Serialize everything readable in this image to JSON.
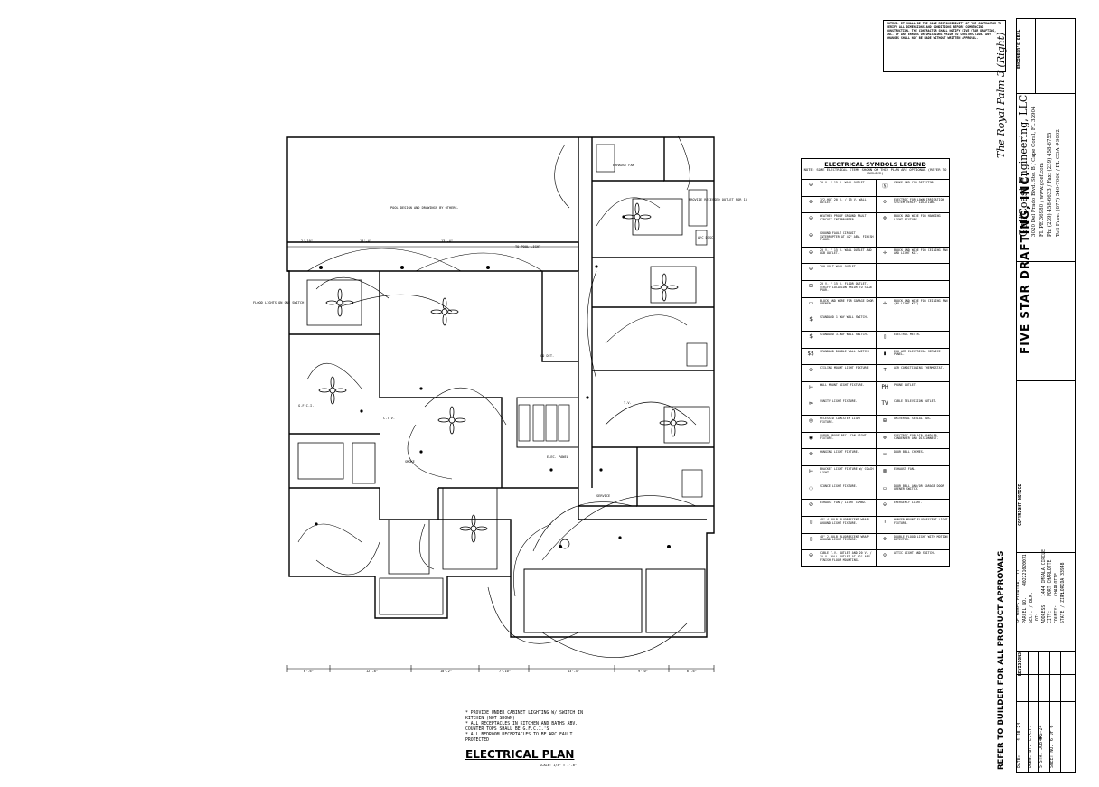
{
  "plan": {
    "pool_note": "POOL DESIGN AND DRAWINGS BY OTHERS.",
    "to_pool_light": "TO POOL LIGHT",
    "provide_recessed": "PROVIDE RECESSED OUTLET FOR 1V",
    "floodlight_note": "FLOOD LIGHTS ON ONE SWITCH",
    "dims_top": [
      "2'-10\"",
      "13'-4\"",
      "13'-4\""
    ],
    "dims_bottom": [
      "6'-6\"",
      "12'-8\"",
      "10'-2\"",
      "7'-10\"",
      "13'-4\"",
      "9'-0\"",
      "6'-6\""
    ],
    "labels": {
      "gfci": "G.F.C.I.",
      "ctv": "C.T.V.",
      "tv": "T.V.",
      "ac_disc": "A/C DISC.",
      "service": "SERVICE",
      "carbon": "CO DET.",
      "panel": "ELEC. PANEL",
      "smoke": "SMOKE",
      "exhaust": "EXHAUST FAN"
    },
    "notes": [
      "* PROVIDE UNDER CABINET LIGHTING W/ SWITCH IN KITCHEN (NOT SHOWN)",
      "* ALL RECEPTACLES IN KITCHEN AND BATHS ABV. COUNTER TOPS SHALL BE G.F.C.I.'S",
      "* ALL BEDROOM RECEPTACLES TO BE ARC FAULT PROTECTED"
    ],
    "title": "ELECTRICAL PLAN",
    "scale": "SCALE: 1/4\" = 1'-0\""
  },
  "legend": {
    "title": "ELECTRICAL SYMBOLS LEGEND",
    "note": "NOTE: SOME ELECTRICAL ITEMS SHOWN ON THIS PLAN ARE OPTIONAL (REFER TO BUILDER)",
    "rows": [
      {
        "sym": "⊖",
        "text": "20 V. / 15 V. WALL OUTLET.",
        "sym2": "Ⓢ",
        "text2": "SMOKE AND CO2 DETECTOR."
      },
      {
        "sym": "⊖",
        "text": "1/2-HOT 20 V. / 15 V. WALL OUTLET.",
        "sym2": "⊙",
        "text2": "ELECTRIC FOR LAWN IRRIGATION SYSTEM VERIFY LOCATION."
      },
      {
        "sym": "⊖",
        "text": "WEATHER PROOF GROUND FAULT CIRCUIT INTERRUPTER.",
        "sym2": "⊗",
        "text2": "BLOCK AND WIRE FOR HANGING LIGHT FIXTURE."
      },
      {
        "sym": "⊖",
        "text": "GROUND FAULT CIRCUIT INTERRUPTER AT 42\" ABV. FINISH FLOOR.",
        "sym2": "",
        "text2": ""
      },
      {
        "sym": "⊖",
        "text": "20 V. / 15 V. WALL OUTLET AND USB OUTLET.",
        "sym2": "✢",
        "text2": "BLOCK AND WIRE FOR CEILING FAN AND LIGHT KIT."
      },
      {
        "sym": "⊖",
        "text": "220 VOLT WALL OUTLET.",
        "sym2": "",
        "text2": ""
      },
      {
        "sym": "⊡",
        "text": "20 V. / 15 V. FLOOR OUTLET. VERIFY LOCATION PRIOR TO SLAB POUR.",
        "sym2": "",
        "text2": ""
      },
      {
        "sym": "▭",
        "text": "BLOCK AND WIRE FOR GARAGE DOOR OPENER.",
        "sym2": "✢",
        "text2": "BLOCK AND WIRE FOR CEILING FAN (NO LIGHT KIT)."
      },
      {
        "sym": "$",
        "text": "STANDARD 1 WAY WALL SWITCH.",
        "sym2": "",
        "text2": ""
      },
      {
        "sym": "$",
        "text": "STANDARD 3-WAY WALL SWITCH.",
        "sym2": "▯",
        "text2": "ELECTRIC METER."
      },
      {
        "sym": "$$",
        "text": "STANDARD DOUBLE WALL SWITCH.",
        "sym2": "▮",
        "text2": "200 AMP ELECTRICAL SERVICE PANEL."
      },
      {
        "sym": "⊕",
        "text": "CEILING MOUNT LIGHT FIXTURE.",
        "sym2": "⊤",
        "text2": "AIR CONDITIONING THERMOSTAT."
      },
      {
        "sym": "⊢",
        "text": "WALL MOUNT LIGHT FIXTURE.",
        "sym2": "PH",
        "text2": "PHONE OUTLET."
      },
      {
        "sym": "⊳",
        "text": "VANITY LIGHT FIXTURE.",
        "sym2": "TV",
        "text2": "CABLE TELEVISION OUTLET."
      },
      {
        "sym": "◎",
        "text": "RECESSED CANISTER LIGHT FIXTURE.",
        "sym2": "⊞",
        "text2": "UNIVERSAL SERIAL BUS."
      },
      {
        "sym": "◉",
        "text": "VAPOR PROOF REC. CAN LIGHT FIXTURE.",
        "sym2": "⊚",
        "text2": "ELECTRIC FOR AIR HANDLER, CONDENSER AND DISCONNECT."
      },
      {
        "sym": "⊗",
        "text": "HANGING LIGHT FIXTURE.",
        "sym2": "▭",
        "text2": "DOOR BELL CHIMES."
      },
      {
        "sym": "⊢",
        "text": "BRACKET LIGHT FIXTURE W/ COACH LIGHT.",
        "sym2": "⊠",
        "text2": "EXHAUST FAN."
      },
      {
        "sym": "◌",
        "text": "SCONCE LIGHT FIXTURE.",
        "sym2": "▭",
        "text2": "DOOR BELL AND/OR GARAGE DOOR OPENER SWITCH."
      },
      {
        "sym": "⊘",
        "text": "EXHAUST FAN / LIGHT COMBO.",
        "sym2": "⊖",
        "text2": "EMERGENCY LIGHT."
      },
      {
        "sym": "▯",
        "text": "48\" 4-BULB FLUORESCENT WRAP AROUND LIGHT FIXTURE.",
        "sym2": "⊤",
        "text2": "HANGER MOUNT FLUORESCENT LIGHT FIXTURE."
      },
      {
        "sym": "▯",
        "text": "48\" 2-BULB FLUORESCENT WRAP AROUND LIGHT FIXTURE.",
        "sym2": "⊗",
        "text2": "DOUBLE FLOOD LIGHT WITH MOTION DETECTOR."
      },
      {
        "sym": "⊖",
        "text": "CABLE T.V. OUTLET AND 20 V. / 15 V. WALL OUTLET AT 42\" ABV. FINISH FLOOR MOUNTING.",
        "sym2": "⊙",
        "text2": "ATTIC LIGHT AND SWITCH."
      }
    ]
  },
  "notice": "NOTICE: IT SHALL BE THE SOLE RESPONSIBILITY OF THE CONTRACTOR TO VERIFY ALL DIMENSIONS AND CONDITIONS BEFORE COMMENCING CONSTRUCTION. THE CONTRACTOR SHALL NOTIFY FIVE STAR DRAFTING, INC. OF ANY ERRORS OR OMISSIONS PRIOR TO CONSTRUCTION. ANY CHANGES SHALL NOT BE MADE WITHOUT WRITTEN APPROVAL.",
  "titleblock": {
    "engineers_seal": "ENGINEER'S SEAL",
    "model": "The Royal Palm 3 (Right)",
    "engineer": "GulfCoast Engineering, LLC",
    "engineer_address": "3020 Del Prado Blvd. Ste. B / Cape Coral, FL 33904",
    "engineer_license": "FL PE 36980 / www.gcef.com",
    "engineer_phone": "Ph: (239) 458-6633 / Fax: (239) 458-6755",
    "engineer_tollfree": "Toll Free: (877) 540-7066 / FL COA #9002",
    "firm": "FIVE STAR DRAFTING, INC.",
    "copyright": "COPYRIGHT NOTICE",
    "client": "SF HOMES FLORIDA, LLC",
    "parcel": "PARCEL NO.",
    "parcel_val": "402221020071",
    "sect": "SECT. / BLK.",
    "lot": "LOT:",
    "address": "ADDRESS:",
    "address_val": "1444 IMPALA CIRCLE",
    "city": "CITY:",
    "city_val": "PORT CHARLOTTE",
    "county": "COUNTY:",
    "county_val": "CHARLOTTE",
    "state": "STATE / ZIP:",
    "state_val": "FLORIDA 33948",
    "revisions": "REVISIONS:",
    "date": "DATE:",
    "date_val": "4-28-24",
    "drawn": "DRWN. BY:",
    "drawn_val": "E.R.F.",
    "job": "5-STR. JOB #:",
    "job_val": "4RS-24",
    "sheet": "SHEET NO.",
    "sheet_val": "6 OF 6",
    "refer": "REFER TO BUILDER FOR ALL PRODUCT APPROVALS"
  }
}
